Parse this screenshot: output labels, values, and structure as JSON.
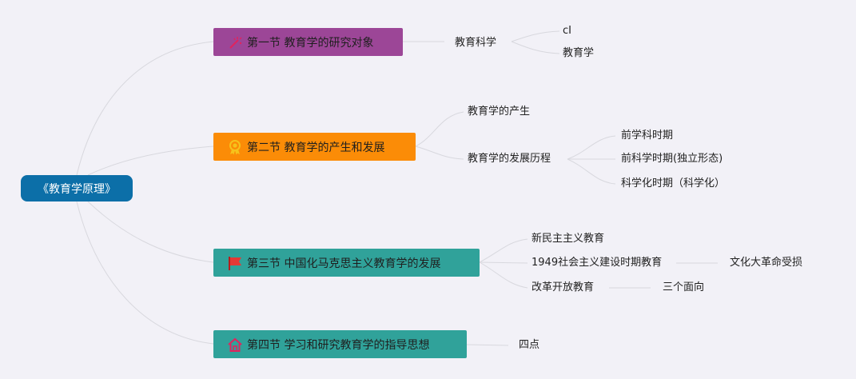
{
  "root": {
    "label": "《教育学原理》",
    "color": "#0c6fa8"
  },
  "topics": [
    {
      "label": "第一节 教育学的研究对象",
      "color": "#9c4697",
      "icon": "sparkle-wand-icon"
    },
    {
      "label": "第二节 教育学的产生和发展",
      "color": "#fb8c07",
      "icon": "award-medal-icon"
    },
    {
      "label": "第三节 中国化马克思主义教育学的发展",
      "color": "#30a29a",
      "icon": "red-flag-icon"
    },
    {
      "label": "第四节 学习和研究教育学的指导思想",
      "color": "#30a29a",
      "icon": "house-icon"
    }
  ],
  "nodes": {
    "t1_science": "教育科学",
    "t1_ci": "cI",
    "t1_pedagogy": "教育学",
    "t2_origin": "教育学的产生",
    "t2_history": "教育学的发展历程",
    "t2_pre": "前学科时期",
    "t2_pre_sci": "前科学时期(独立形态)",
    "t2_sci": "科学化时期（科学化）",
    "t3_newdem": "新民主主义教育",
    "t3_1949": "1949社会主义建设时期教育",
    "t3_cultrev": "文化大革命受损",
    "t3_reform": "改革开放教育",
    "t3_three": "三个面向",
    "t4_four": "四点"
  }
}
